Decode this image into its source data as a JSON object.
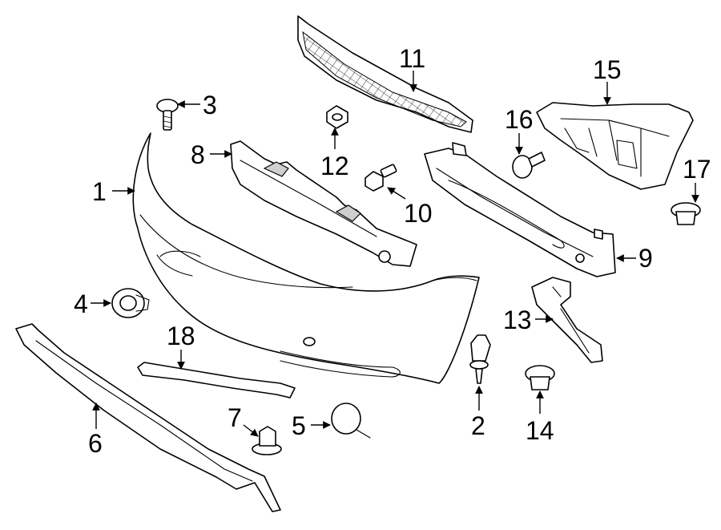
{
  "diagram": {
    "callouts": [
      {
        "id": "1",
        "label": "1"
      },
      {
        "id": "2",
        "label": "2"
      },
      {
        "id": "3",
        "label": "3"
      },
      {
        "id": "4",
        "label": "4"
      },
      {
        "id": "5",
        "label": "5"
      },
      {
        "id": "6",
        "label": "6"
      },
      {
        "id": "7",
        "label": "7"
      },
      {
        "id": "8",
        "label": "8"
      },
      {
        "id": "9",
        "label": "9"
      },
      {
        "id": "10",
        "label": "10"
      },
      {
        "id": "11",
        "label": "11"
      },
      {
        "id": "12",
        "label": "12"
      },
      {
        "id": "13",
        "label": "13"
      },
      {
        "id": "14",
        "label": "14"
      },
      {
        "id": "15",
        "label": "15"
      },
      {
        "id": "16",
        "label": "16"
      },
      {
        "id": "17",
        "label": "17"
      },
      {
        "id": "18",
        "label": "18"
      }
    ],
    "colors": {
      "line": "#000000",
      "background": "#ffffff"
    }
  }
}
